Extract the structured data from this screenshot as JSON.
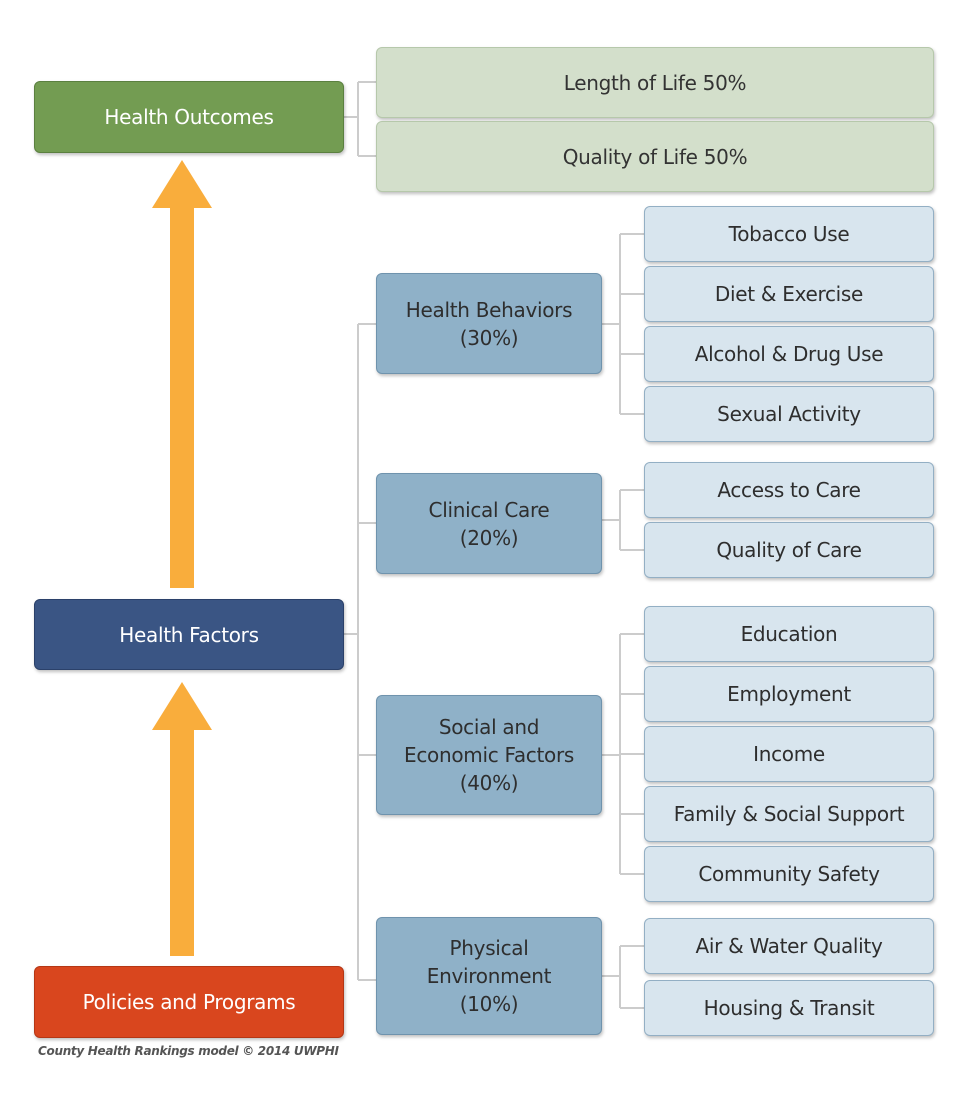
{
  "health_outcomes": {
    "label": "Health Outcomes",
    "items": [
      "Length of Life 50%",
      "Quality of Life 50%"
    ]
  },
  "health_factors": {
    "label": "Health Factors",
    "categories": [
      {
        "name_lines": [
          "Health Behaviors",
          "(30%)"
        ],
        "items": [
          "Tobacco Use",
          "Diet & Exercise",
          "Alcohol & Drug Use",
          "Sexual Activity"
        ]
      },
      {
        "name_lines": [
          "Clinical Care",
          "(20%)"
        ],
        "items": [
          "Access to Care",
          "Quality of Care"
        ]
      },
      {
        "name_lines": [
          "Social and",
          "Economic Factors",
          "(40%)"
        ],
        "items": [
          "Education",
          "Employment",
          "Income",
          "Family & Social Support",
          "Community Safety"
        ]
      },
      {
        "name_lines": [
          "Physical",
          "Environment",
          "(10%)"
        ],
        "items": [
          "Air & Water Quality",
          "Housing & Transit"
        ]
      }
    ]
  },
  "policies_and_programs": {
    "label": "Policies and Programs"
  },
  "credit": "County Health Rankings model © 2014 UWPHI",
  "colors": {
    "outcomes": "#739c52",
    "factors": "#3a5584",
    "policies": "#d9461e",
    "arrow": "#f9ad3c",
    "category": "#8fb1c8",
    "item": "#d8e5ee",
    "outcome_item": "#d3dfcb",
    "connector": "#cccccc"
  }
}
